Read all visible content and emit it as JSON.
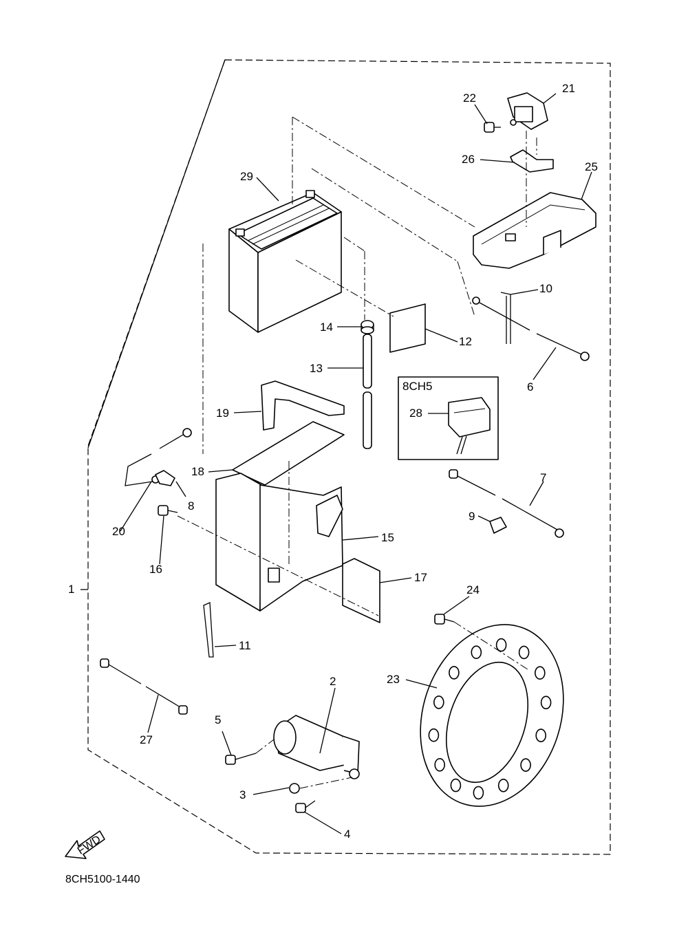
{
  "diagram": {
    "document_code": "8CH5100-1440",
    "fwd_label": "FWD",
    "inset_label": "8CH5",
    "callouts": [
      {
        "id": "c1",
        "text": "1"
      },
      {
        "id": "c2",
        "text": "2"
      },
      {
        "id": "c3",
        "text": "3"
      },
      {
        "id": "c4",
        "text": "4"
      },
      {
        "id": "c5",
        "text": "5"
      },
      {
        "id": "c6",
        "text": "6"
      },
      {
        "id": "c7",
        "text": "7"
      },
      {
        "id": "c8",
        "text": "8"
      },
      {
        "id": "c9",
        "text": "9"
      },
      {
        "id": "c10",
        "text": "10"
      },
      {
        "id": "c11",
        "text": "11"
      },
      {
        "id": "c12",
        "text": "12"
      },
      {
        "id": "c13",
        "text": "13"
      },
      {
        "id": "c14",
        "text": "14"
      },
      {
        "id": "c15",
        "text": "15"
      },
      {
        "id": "c16",
        "text": "16"
      },
      {
        "id": "c17",
        "text": "17"
      },
      {
        "id": "c18",
        "text": "18"
      },
      {
        "id": "c19",
        "text": "19"
      },
      {
        "id": "c20",
        "text": "20"
      },
      {
        "id": "c21",
        "text": "21"
      },
      {
        "id": "c22",
        "text": "22"
      },
      {
        "id": "c23",
        "text": "23"
      },
      {
        "id": "c24",
        "text": "24"
      },
      {
        "id": "c25",
        "text": "25"
      },
      {
        "id": "c26",
        "text": "26"
      },
      {
        "id": "c27",
        "text": "27"
      },
      {
        "id": "c28",
        "text": "28"
      },
      {
        "id": "c29",
        "text": "29"
      }
    ]
  }
}
